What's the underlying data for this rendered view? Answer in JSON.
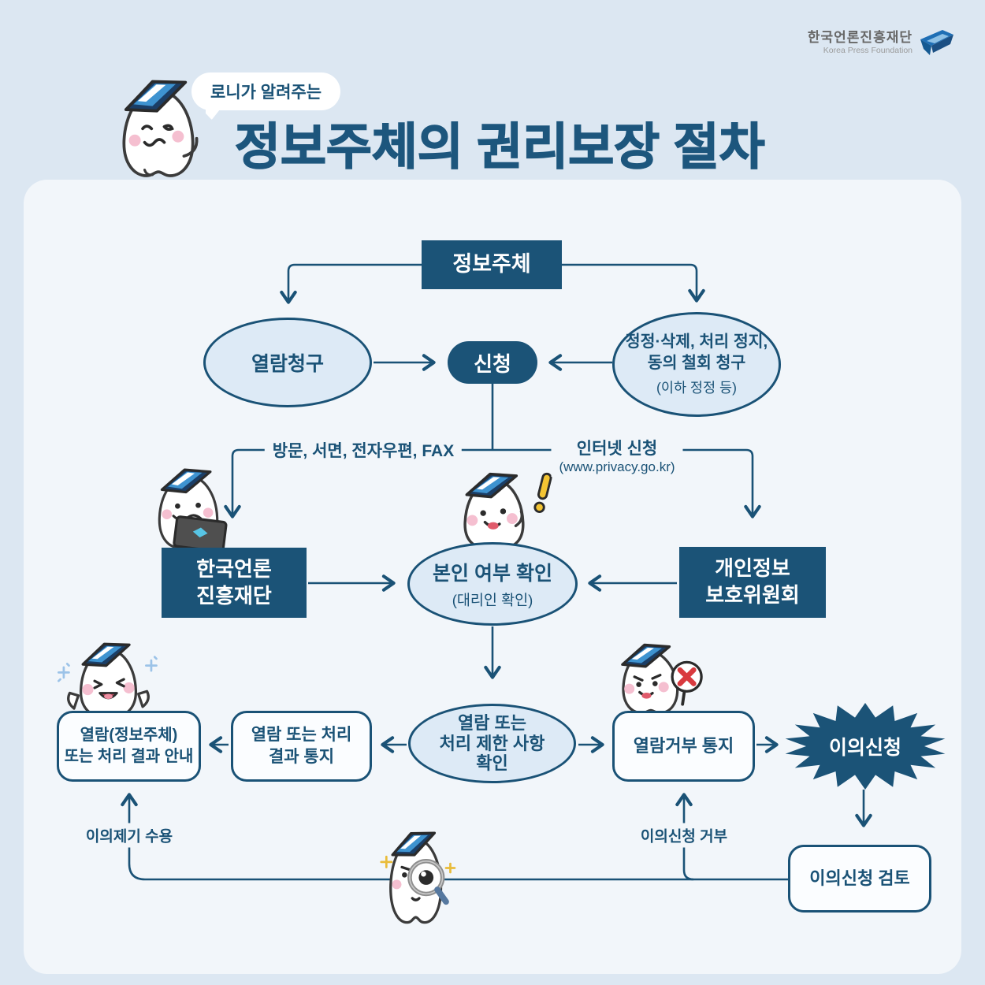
{
  "logo": {
    "name": "한국언론진흥재단",
    "subtitle": "Korea Press Foundation"
  },
  "header": {
    "speech_bubble": "로니가 알려주는",
    "title": "정보주체의 권리보장 절차"
  },
  "flow": {
    "subject": "정보주체",
    "view_request": "열람청구",
    "apply": "신청",
    "correction_request": [
      "정정·삭제, 처리 정지,",
      "동의 철회 청구"
    ],
    "correction_request_note": "(이하 정정 등)",
    "offline_methods": "방문, 서면, 전자우편, FAX",
    "internet_apply": "인터넷 신청",
    "internet_apply_url": "(www.privacy.go.kr)",
    "kpf": [
      "한국언론",
      "진흥재단"
    ],
    "pipc": [
      "개인정보",
      "보호위원회"
    ],
    "identity_check": "본인 여부 확인",
    "identity_check_note": "(대리인 확인)",
    "restriction_check": [
      "열람 또는",
      "처리 제한 사항",
      "확인"
    ],
    "result_guide": [
      "열람(정보주체)",
      "또는 처리 결과 안내"
    ],
    "result_notice": [
      "열람 또는 처리",
      "결과 통지"
    ],
    "refusal_notice": "열람거부 통지",
    "objection": "이의신청",
    "objection_review": "이의신청 검토",
    "label_objection_refused": "이의신청 거부",
    "label_objection_accepted": "이의제기 수용"
  },
  "icons": {
    "mascots": [
      "roni-wink",
      "roni-laptop",
      "roni-alert",
      "roni-happy",
      "roni-deny",
      "roni-inspect"
    ],
    "logo_icon": "folded-flag"
  },
  "colors": {
    "navy": "#1a5276",
    "background": "#dce7f2",
    "panel": "#f2f6fa",
    "ellipse_fill": "#ddeaf6",
    "starburst": "#1b5377",
    "alert_red": "#d93a3f",
    "exclaim_yellow": "#f3c433"
  }
}
